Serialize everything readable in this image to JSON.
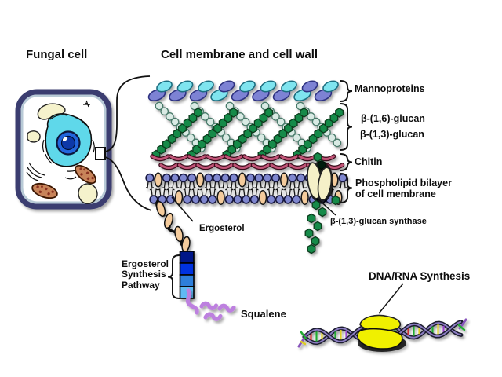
{
  "titles": {
    "left": "Fungal cell",
    "right": "Cell membrane and cell wall"
  },
  "labels": {
    "mannoproteins": "Mannoproteins",
    "glucan16": "β-(1,6)-glucan",
    "glucan13": "β-(1,3)-glucan",
    "chitin": "Chitin",
    "bilayer1": "Phospholipid bilayer",
    "bilayer2": "of cell membrane",
    "synthase": "β-(1,3)-glucan synthase",
    "ergosterol": "Ergosterol",
    "pathway1": "Ergosterol",
    "pathway2": "Synthesis",
    "pathway3": "Pathway",
    "squalene": "Squalene",
    "dna": "DNA/RNA Synthesis"
  },
  "colors": {
    "mannoCyan": "#7FE4EF",
    "mannoBlue": "#7D82D4",
    "glucan13": "#128A49",
    "glucan16": "#D9EAE4",
    "chitin": "#C25578",
    "lipid": "#7F87CF",
    "tan": "#F4CB9C",
    "synthase": "#F5F0C8",
    "squalene": "#BD80DF",
    "dnaYellow": "#F0F000",
    "dnaStrand": "#8A7CC0",
    "dnaStrandDark": "#1A1A2E",
    "cellBorder": "#3A3E70",
    "cellInner": "#B8CAD6",
    "cream": "#F5F2CC",
    "cellCyan": "#5FD8EA",
    "nucOuter": "#2266DD",
    "nucInner": "#0839A8",
    "mito": "#C8845A",
    "mitoDot": "#8A3020",
    "ink": "#111111",
    "pathway": [
      "#001488",
      "#0031E0",
      "#2E7FDB",
      "#5FBAF4"
    ],
    "dnaBases": [
      "#22AA33",
      "#DDCC22",
      "#9944CC",
      "#CC3333"
    ]
  }
}
